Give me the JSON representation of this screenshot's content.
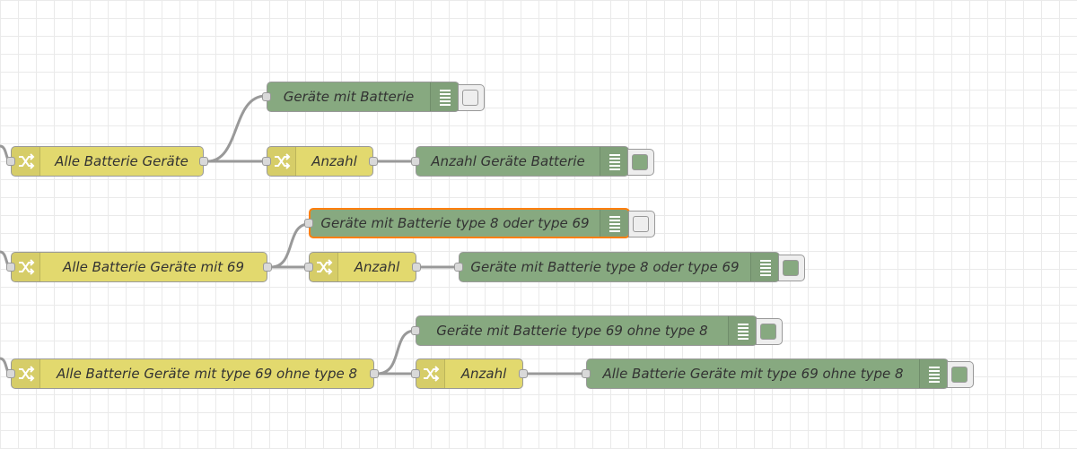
{
  "canvas": {
    "colors": {
      "change_node": "#e2d96e",
      "debug_node": "#87a980",
      "selection": "#ff7f0e",
      "wire": "#999999"
    }
  },
  "nodes": {
    "change_alle": {
      "label": "Alle Batterie Geräte",
      "icon": "shuffle-icon"
    },
    "debug_geraete": {
      "label": "Geräte mit Batterie",
      "icon": "list-icon",
      "output_enabled": false
    },
    "change_anzahl1": {
      "label": "Anzahl",
      "icon": "shuffle-icon"
    },
    "debug_anzahl1": {
      "label": "Anzahl Geräte Batterie",
      "icon": "list-icon",
      "output_enabled": true
    },
    "change_alle69": {
      "label": "Alle Batterie Geräte mit 69",
      "icon": "shuffle-icon"
    },
    "debug_type8or69_a": {
      "label": "Geräte mit Batterie type 8 oder type 69",
      "icon": "list-icon",
      "output_enabled": false,
      "selected": true
    },
    "change_anzahl2": {
      "label": "Anzahl",
      "icon": "shuffle-icon"
    },
    "debug_type8or69_b": {
      "label": "Geräte mit Batterie type 8 oder type 69",
      "icon": "list-icon",
      "output_enabled": true
    },
    "change_alle69ohne8": {
      "label": "Alle Batterie Geräte mit type 69 ohne type 8",
      "icon": "shuffle-icon"
    },
    "debug_69ohne8": {
      "label": "Geräte mit Batterie type 69 ohne type 8",
      "icon": "list-icon",
      "output_enabled": true
    },
    "change_anzahl3": {
      "label": "Anzahl",
      "icon": "shuffle-icon"
    },
    "debug_alle69ohne8": {
      "label": "Alle Batterie Geräte mit type 69 ohne type 8",
      "icon": "list-icon",
      "output_enabled": true
    }
  }
}
